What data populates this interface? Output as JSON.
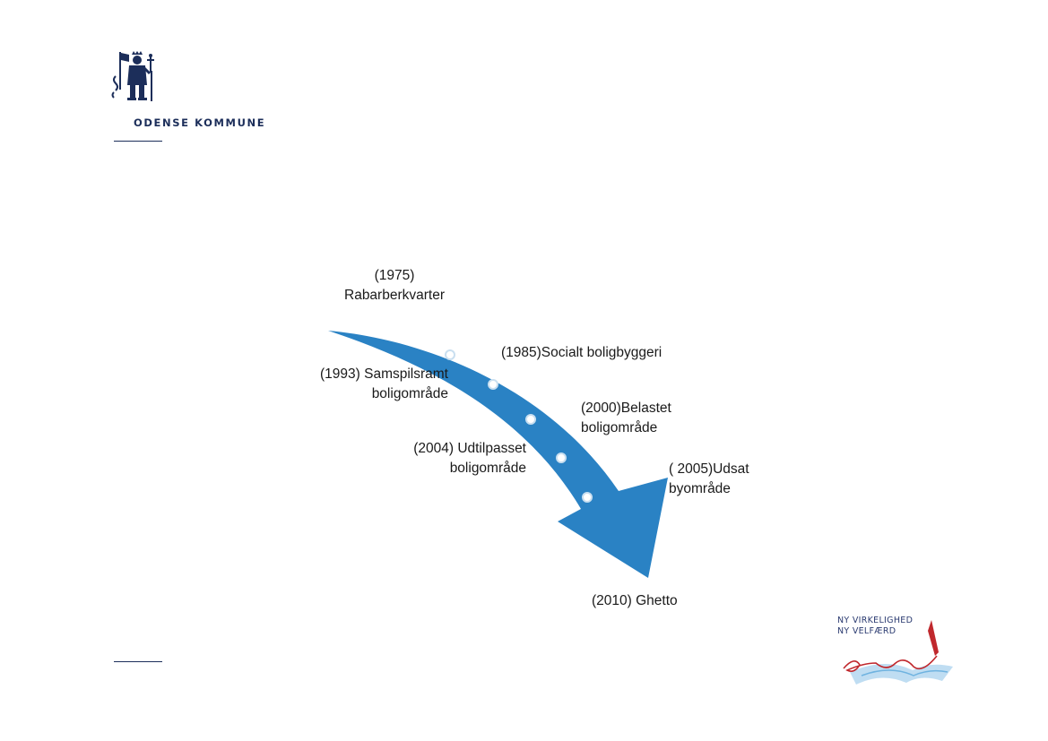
{
  "header": {
    "org_name": "ODENSE KOMMUNE"
  },
  "diagram": {
    "arrow_color": "#2a82c4",
    "labels": [
      {
        "id": "1975",
        "text": "(1975)\nRabarberkvarter"
      },
      {
        "id": "1985",
        "text": "(1985)Socialt boligbyggeri"
      },
      {
        "id": "1993",
        "text": "(1993) Samspilsramt\nboligområde"
      },
      {
        "id": "2000",
        "text": "(2000)Belastet\nboligområde"
      },
      {
        "id": "2004",
        "text": "(2004) Udtilpasset\nboligområde"
      },
      {
        "id": "2005",
        "text": "( 2005)Udsat\nbyområde"
      },
      {
        "id": "2010",
        "text": "(2010) Ghetto"
      }
    ]
  },
  "footer_brand": {
    "line1": "NY VIRKELIGHED",
    "line2": "NY VELFÆRD",
    "accent_color": "#c0282d"
  }
}
